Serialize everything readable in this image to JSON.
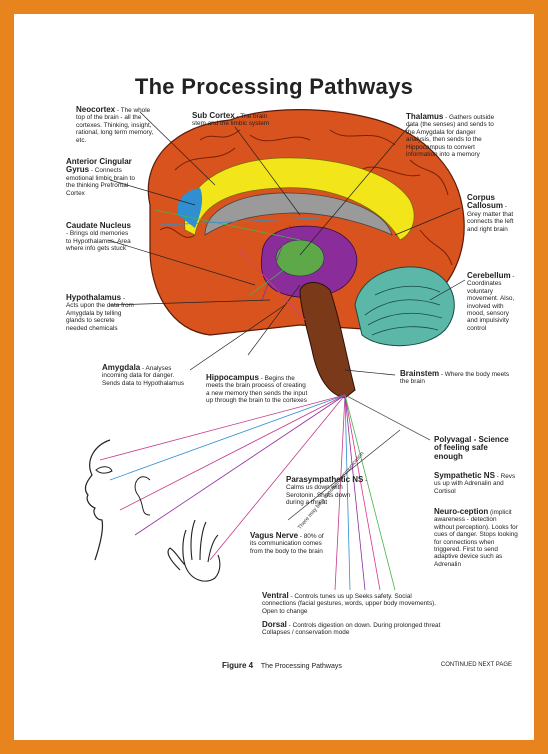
{
  "title": "The Processing Pathways",
  "labels": {
    "neocortex": {
      "head": "Neocortex",
      "text": " - The whole top of the brain - all the cortexes. Thinking, insight, rational, long term memory, etc."
    },
    "subcortex": {
      "head": "Sub Cortex",
      "text": " - The brain stem and the limbic system"
    },
    "thalamus": {
      "head": "Thalamus",
      "text": " - Gathers outside data (the senses) and sends to the Amygdala for danger analysis, then sends to the Hippocampus to convert information into a memory"
    },
    "anterior": {
      "head": "Anterior Cingular Gyrus",
      "text": " - Connects emotional limbic brain to the thinking Prefrontal Cortex"
    },
    "corpus": {
      "head": "Corpus Callosum",
      "text": " - Grey matter that connects the left and right brain"
    },
    "caudate": {
      "head": "Caudate Nucleus",
      "text": " - Brings old memories to Hypothalamus. Area where info gets stuck"
    },
    "cerebellum": {
      "head": "Cerebellum",
      "text": " - Coordinates voluntary movement. Also, involved with mood, sensory and impulsivity control"
    },
    "hypothalamus": {
      "head": "Hypothalamus",
      "text": " - Acts upon the data from Amygdala by telling glands to secrete needed chemicals"
    },
    "amygdala": {
      "head": "Amygdala",
      "text": " - Analyses incoming data for danger. Sends data to Hypothalamus"
    },
    "hippocampus": {
      "head": "Hippocampus",
      "text": " - Begins the meets the brain process of creating a new memory then sends the input up through the brain to the cortexes"
    },
    "brainstem": {
      "head": "Brainstem",
      "text": " - Where the body meets the brain"
    },
    "polyvagal": {
      "head": "Polyvagal - Science of feeling safe enough",
      "text": ""
    },
    "parasym": {
      "head": "Parasympathetic NS",
      "text": " - Calms us down with Serotonin. Shuts down during a threat"
    },
    "sympathetic": {
      "head": "Sympathetic NS",
      "text": " - Revs us up with Adrenalin and Cortisol"
    },
    "vagus": {
      "head": "Vagus Nerve",
      "text": " - 80% of its communication comes from the body to the brain"
    },
    "neuroception": {
      "head": "Neuro-ception",
      "text": " (implicit awareness - detection without perception). Looks for cues of danger. Stops looking for connections when triggered. First to send adaptive device such as Adrenalin"
    },
    "ventral": {
      "head": "Ventral",
      "text": " - Controls tunes us up Seeks safety. Social connections (facial gestures, words, upper body movements). Open to change"
    },
    "dorsal": {
      "head": "Dorsal",
      "text": " - Controls digestion on down. During prolonged threat Collapses / conservation mode"
    }
  },
  "diagonal_text": "There may be a constant communication",
  "figure": {
    "number": "Figure 4",
    "caption": "The Processing Pathways"
  },
  "continued": "CONTINUED NEXT PAGE",
  "colors": {
    "border": "#e8841e",
    "cortex": "#d9531e",
    "yellow": "#f2e51a",
    "purple": "#8a2d9b",
    "brainstem": "#7a3a1a",
    "cerebellum": "#5bb8a8",
    "blue": "#2f8fd0"
  }
}
